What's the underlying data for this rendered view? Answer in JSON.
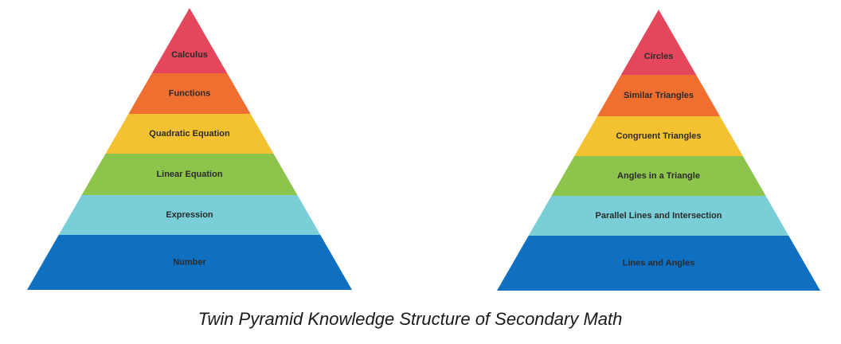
{
  "caption": "Twin Pyramid Knowledge Structure of Secondary Math",
  "colors": {
    "red": "#e4475b",
    "orange": "#ef6f30",
    "yellow": "#f4c132",
    "green": "#8dc44b",
    "cyan": "#79ced7",
    "blue": "#0f6fc1"
  },
  "pyramids": [
    {
      "layers": [
        {
          "label": "Calculus",
          "color": "#e4475b"
        },
        {
          "label": "Functions",
          "color": "#ef6f30"
        },
        {
          "label": "Quadratic Equation",
          "color": "#f4c132"
        },
        {
          "label": "Linear Equation",
          "color": "#8dc44b"
        },
        {
          "label": "Expression",
          "color": "#79ced7"
        },
        {
          "label": "Number",
          "color": "#0f6fc1"
        }
      ]
    },
    {
      "layers": [
        {
          "label": "Circles",
          "color": "#e4475b"
        },
        {
          "label": "Similar Triangles",
          "color": "#ef6f30"
        },
        {
          "label": "Congruent Triangles",
          "color": "#f4c132"
        },
        {
          "label": "Angles in a Triangle",
          "color": "#8dc44b"
        },
        {
          "label": "Parallel Lines and Intersection",
          "color": "#79ced7"
        },
        {
          "label": "Lines and Angles",
          "color": "#0f6fc1"
        }
      ]
    }
  ]
}
